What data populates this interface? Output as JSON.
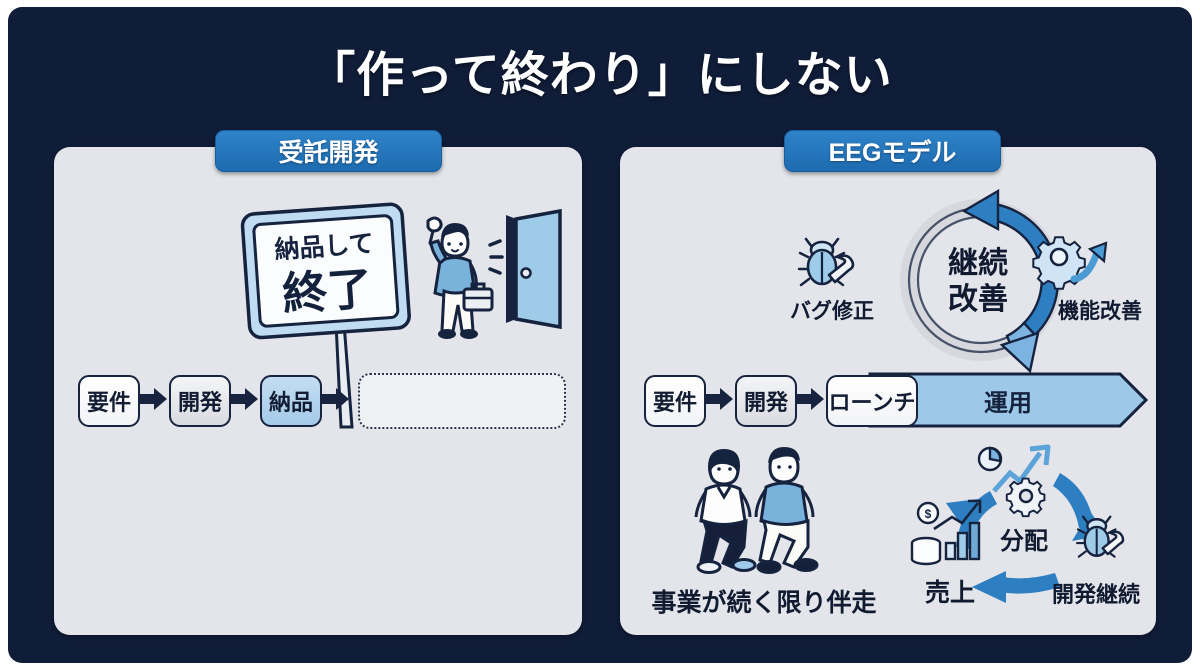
{
  "page": {
    "title": "「作って終わり」にしない",
    "bg_color": "#101d39",
    "panel_color": "#e3e5ea",
    "accent_blue": "#2f83c8",
    "band_blue": "#9dc8e8",
    "ink": "#101a30"
  },
  "left_panel": {
    "header": "受託開発",
    "sign": {
      "top_text": "納品して",
      "main_text": "終了"
    },
    "illustration": "waving-person-with-briefcase-leaving-through-door",
    "flow": [
      {
        "label": "要件",
        "style": "white"
      },
      {
        "label": "開発",
        "style": "gray"
      },
      {
        "label": "納品",
        "style": "blue"
      }
    ],
    "empty_box": {
      "label": "",
      "style": "dotted"
    }
  },
  "right_panel": {
    "header": "EEGモデル",
    "cycle": {
      "center": "継続改善",
      "left_label": "バグ修正",
      "left_icon": "bug-wrench-icon",
      "right_label": "機能改善",
      "right_icon": "gear-arrow-up-icon"
    },
    "flow": [
      {
        "label": "要件",
        "style": "white"
      },
      {
        "label": "開発",
        "style": "gray"
      },
      {
        "label": "ローンチ",
        "style": "white"
      }
    ],
    "band": {
      "label": "運用",
      "color": "#9dc8e8"
    },
    "walking": {
      "label": "事業が続く限り伴走",
      "illustration": "two-people-walking-together"
    },
    "loop": {
      "center": "分配",
      "left_label": "売上",
      "left_icon": "money-growth-chart-icon",
      "right_label": "開発継続",
      "right_icon": "bug-wrench-icon",
      "top_icon": "growth-chart-gear-icon"
    }
  }
}
